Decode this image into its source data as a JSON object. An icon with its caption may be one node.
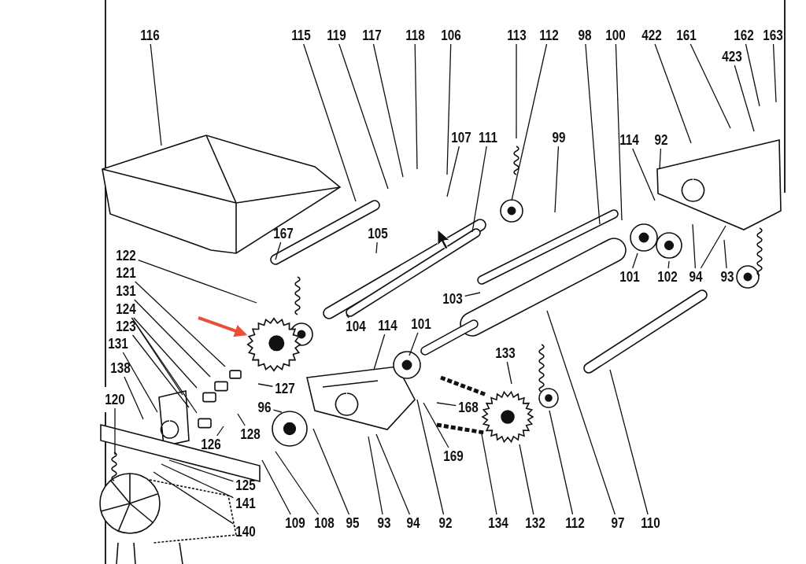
{
  "diagram": {
    "nodes": [
      {
        "text": [
          "116"
        ]
      },
      {
        "text": [
          "115"
        ]
      },
      {
        "text": [
          "119"
        ]
      },
      {
        "text": [
          "117"
        ]
      },
      {
        "text": [
          "118"
        ]
      },
      {
        "text": [
          "106"
        ]
      },
      {
        "text": [
          "113"
        ]
      },
      {
        "text": [
          "112"
        ]
      },
      {
        "text": [
          "98"
        ]
      },
      {
        "text": [
          "100"
        ]
      },
      {
        "text": [
          "422"
        ]
      },
      {
        "text": [
          "161"
        ]
      },
      {
        "text": [
          "162"
        ]
      },
      {
        "text": [
          "163"
        ]
      },
      {
        "text": [
          "423"
        ]
      },
      {
        "text": [
          "107"
        ]
      },
      {
        "text": [
          "111"
        ]
      },
      {
        "text": [
          "99"
        ]
      },
      {
        "text": [
          "114"
        ]
      },
      {
        "text": [
          "92"
        ]
      },
      {
        "text": [
          "167"
        ]
      },
      {
        "text": [
          "105"
        ]
      },
      {
        "text": [
          "101"
        ]
      },
      {
        "text": [
          "102"
        ]
      },
      {
        "text": [
          "94"
        ]
      },
      {
        "text": [
          "93"
        ]
      },
      {
        "text": [
          "122"
        ]
      },
      {
        "text": [
          "121"
        ]
      },
      {
        "text": [
          "131"
        ]
      },
      {
        "text": [
          "124"
        ]
      },
      {
        "text": [
          "123"
        ]
      },
      {
        "text": [
          "131"
        ]
      },
      {
        "text": [
          "138"
        ]
      },
      {
        "text": [
          "120"
        ]
      },
      {
        "text": [
          "103"
        ]
      },
      {
        "text": [
          "104"
        ]
      },
      {
        "text": [
          "114"
        ]
      },
      {
        "text": [
          "101"
        ]
      },
      {
        "text": [
          "133"
        ]
      },
      {
        "text": [
          "127"
        ]
      },
      {
        "text": [
          "96"
        ]
      },
      {
        "text": [
          "126"
        ]
      },
      {
        "text": [
          "128"
        ]
      },
      {
        "text": [
          "168"
        ]
      },
      {
        "text": [
          "169"
        ]
      },
      {
        "text": [
          "125"
        ]
      },
      {
        "text": [
          "141"
        ]
      },
      {
        "text": [
          "140"
        ]
      },
      {
        "text": [
          "109"
        ]
      },
      {
        "text": [
          "108"
        ]
      },
      {
        "text": [
          "95"
        ]
      },
      {
        "text": [
          "93"
        ]
      },
      {
        "text": [
          "94"
        ]
      },
      {
        "text": [
          "92"
        ]
      },
      {
        "text": [
          "134"
        ]
      },
      {
        "text": [
          "132"
        ]
      },
      {
        "text": [
          "112"
        ]
      },
      {
        "text": [
          "97"
        ]
      },
      {
        "text": [
          "110"
        ]
      },
      {
        "text": [],
        "shape": "picture"
      }
    ],
    "edges": [
      {
        "from": 0,
        "to": null,
        "arrow": "none"
      },
      {
        "from": 1,
        "to": null,
        "arrow": "none"
      },
      {
        "from": 2,
        "to": null,
        "arrow": "none"
      },
      {
        "from": 3,
        "to": null,
        "arrow": "none"
      },
      {
        "from": 4,
        "to": null,
        "arrow": "none"
      },
      {
        "from": 5,
        "to": null,
        "arrow": "none"
      },
      {
        "from": 6,
        "to": null,
        "arrow": "none"
      },
      {
        "from": 7,
        "to": null,
        "arrow": "none"
      },
      {
        "from": 8,
        "to": null,
        "arrow": "none"
      },
      {
        "from": 9,
        "to": null,
        "arrow": "none"
      },
      {
        "from": 10,
        "to": null,
        "arrow": "none"
      },
      {
        "from": 11,
        "to": null,
        "arrow": "none"
      },
      {
        "from": 12,
        "to": null,
        "arrow": "none"
      },
      {
        "from": 13,
        "to": null,
        "arrow": "none"
      },
      {
        "from": 14,
        "to": null,
        "arrow": "none"
      },
      {
        "from": 15,
        "to": null,
        "arrow": "none"
      },
      {
        "from": 16,
        "to": null,
        "arrow": "none"
      },
      {
        "from": 17,
        "to": null,
        "arrow": "none"
      },
      {
        "from": 18,
        "to": null,
        "arrow": "none"
      },
      {
        "from": 19,
        "to": null,
        "arrow": "none"
      },
      {
        "from": 20,
        "to": null,
        "arrow": "none"
      },
      {
        "from": 21,
        "to": null,
        "arrow": "none"
      },
      {
        "from": 22,
        "to": null,
        "arrow": "none"
      },
      {
        "from": 23,
        "to": null,
        "arrow": "none"
      },
      {
        "from": 24,
        "to": null,
        "arrow": "none"
      },
      {
        "from": 24,
        "to": null,
        "arrow": "none"
      },
      {
        "from": 25,
        "to": null,
        "arrow": "none"
      },
      {
        "from": 26,
        "to": null,
        "arrow": "none"
      },
      {
        "from": 27,
        "to": null,
        "arrow": "none"
      },
      {
        "from": 28,
        "to": null,
        "arrow": "none"
      },
      {
        "from": 29,
        "to": null,
        "arrow": "none"
      },
      {
        "from": 29,
        "to": null,
        "arrow": "none"
      },
      {
        "from": 29,
        "to": null,
        "arrow": "none"
      },
      {
        "from": 30,
        "to": null,
        "arrow": "none"
      },
      {
        "from": 31,
        "to": null,
        "arrow": "none"
      },
      {
        "from": 32,
        "to": null,
        "arrow": "none"
      },
      {
        "from": 33,
        "to": null,
        "arrow": "none"
      },
      {
        "from": 34,
        "to": null,
        "arrow": "none"
      },
      {
        "from": 35,
        "to": null,
        "arrow": "none"
      },
      {
        "from": 36,
        "to": null,
        "arrow": "none"
      },
      {
        "from": 37,
        "to": null,
        "arrow": "none"
      },
      {
        "from": 38,
        "to": null,
        "arrow": "none"
      },
      {
        "from": 39,
        "to": null,
        "arrow": "none"
      },
      {
        "from": 40,
        "to": null,
        "arrow": "none"
      },
      {
        "from": 41,
        "to": null,
        "arrow": "none"
      },
      {
        "from": 42,
        "to": null,
        "arrow": "none"
      },
      {
        "from": 43,
        "to": null,
        "arrow": "none"
      },
      {
        "from": 44,
        "to": null,
        "arrow": "none"
      },
      {
        "from": 45,
        "to": null,
        "arrow": "none"
      },
      {
        "from": 46,
        "to": null,
        "arrow": "none"
      },
      {
        "from": 47,
        "to": null,
        "arrow": "none"
      },
      {
        "from": 48,
        "to": null,
        "arrow": "none"
      },
      {
        "from": 49,
        "to": null,
        "arrow": "none"
      },
      {
        "from": 50,
        "to": null,
        "arrow": "none"
      },
      {
        "from": 51,
        "to": null,
        "arrow": "none"
      },
      {
        "from": 52,
        "to": null,
        "arrow": "none"
      },
      {
        "from": 53,
        "to": null,
        "arrow": "none"
      },
      {
        "from": 54,
        "to": null,
        "arrow": "none"
      },
      {
        "from": 55,
        "to": null,
        "arrow": "none"
      },
      {
        "from": 56,
        "to": null,
        "arrow": "none"
      },
      {
        "from": 57,
        "to": null,
        "arrow": "none"
      },
      {
        "from": 58,
        "to": null,
        "arrow": "none"
      },
      {
        "from": null,
        "to": 59,
        "arrow": "to",
        "style": "thick",
        "color": "#e8503a"
      }
    ]
  }
}
